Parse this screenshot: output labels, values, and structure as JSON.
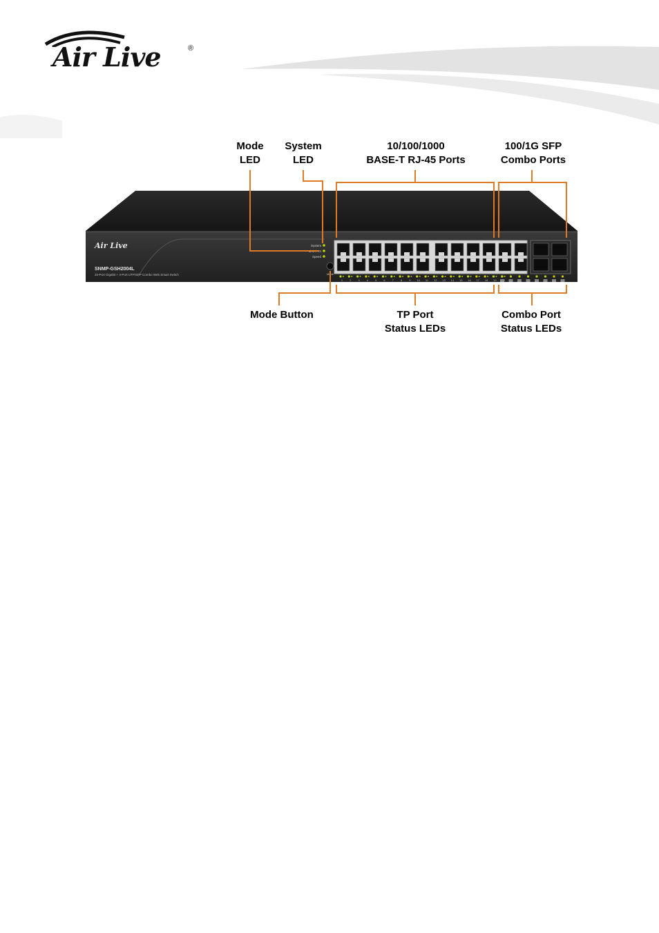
{
  "brand": {
    "logo_text": "Air Live",
    "registered_mark": "®"
  },
  "device": {
    "model": "SNMP-GSH2004L",
    "description": "20-Port Gigabit + 4-Port UTP/SFP Combo Web Smart Switch",
    "front_logo": "Air Live",
    "led_labels": [
      "System",
      "Link / Act",
      "Speed"
    ],
    "button_label": "Mode",
    "port_numbers": [
      "1",
      "2",
      "3",
      "4",
      "5",
      "6",
      "7",
      "8",
      "9",
      "10",
      "11",
      "12",
      "13",
      "14",
      "15",
      "16",
      "17",
      "18",
      "19",
      "20",
      "21",
      "22",
      "23",
      "24"
    ]
  },
  "callouts": {
    "mode_led": [
      "Mode",
      "LED"
    ],
    "system_led": [
      "System",
      "LED"
    ],
    "rj45_ports": [
      "10/100/1000",
      "BASE-T RJ-45 Ports"
    ],
    "sfp_ports": [
      "100/1G SFP",
      "Combo Ports"
    ],
    "mode_button": [
      "Mode Button"
    ],
    "tp_status": [
      "TP Port",
      "Status LEDs"
    ],
    "combo_status": [
      "Combo Port",
      "Status LEDs"
    ]
  },
  "colors": {
    "callout_line": "#e07a24",
    "chassis": "#1c1c1c",
    "led": "#c8d400",
    "port_frame": "#d8d8d8"
  }
}
